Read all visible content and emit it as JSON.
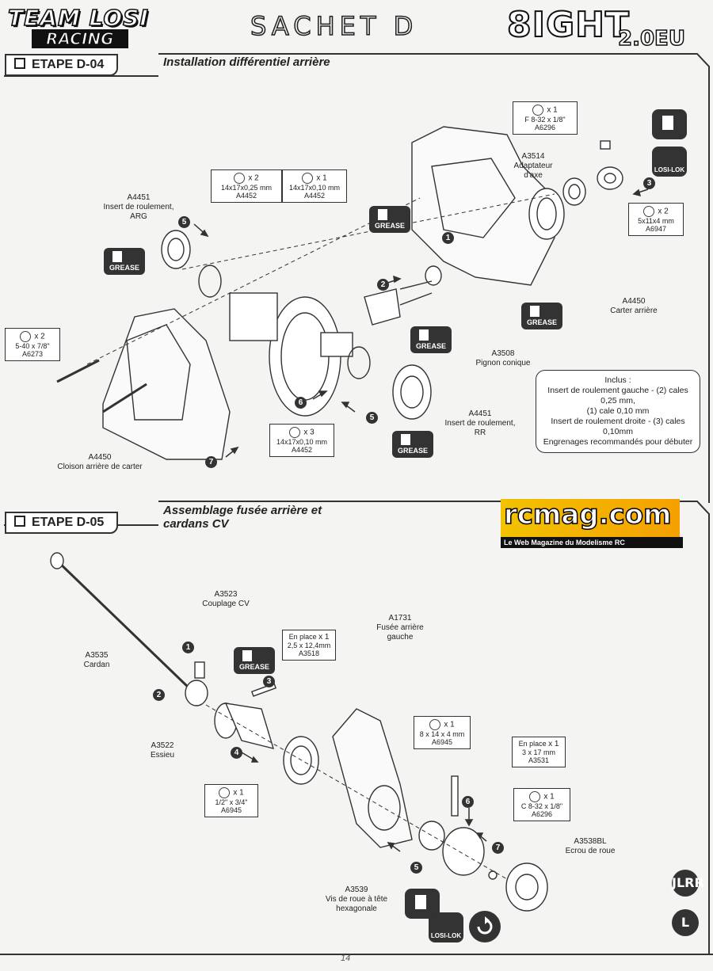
{
  "header": {
    "brand": "TEAM LOSI",
    "brand_sub": "RACING",
    "sachet": "SACHET D",
    "model": "8IGHT",
    "model_version": "2.0EU"
  },
  "step1": {
    "tab": "ETAPE D-04",
    "title": "Installation différentiel arrière",
    "inclus": [
      "Inclus :",
      "Insert de roulement gauche - (2) cales",
      "0,25 mm,",
      "(1) cale 0,10 mm",
      "Insert de roulement droite - (3) cales",
      "0,10mm",
      "Engrenages recommandés pour débuter"
    ]
  },
  "step2": {
    "tab": "ETAPE D-05",
    "title_line1": "Assemblage fusée arrière et",
    "title_line2": "cardans CV"
  },
  "logo": {
    "text": "rcmag.com",
    "band": "Le Web Magazine du Modelisme RC"
  },
  "grease_label": "GREASE",
  "losilok_label": "LOSI-LOK",
  "side_buttons": [
    "JLRR",
    "L"
  ],
  "page_number": "14",
  "colors": {
    "ink": "#222222",
    "badge": "#333333",
    "logo_yellow": "#f2c200"
  }
}
